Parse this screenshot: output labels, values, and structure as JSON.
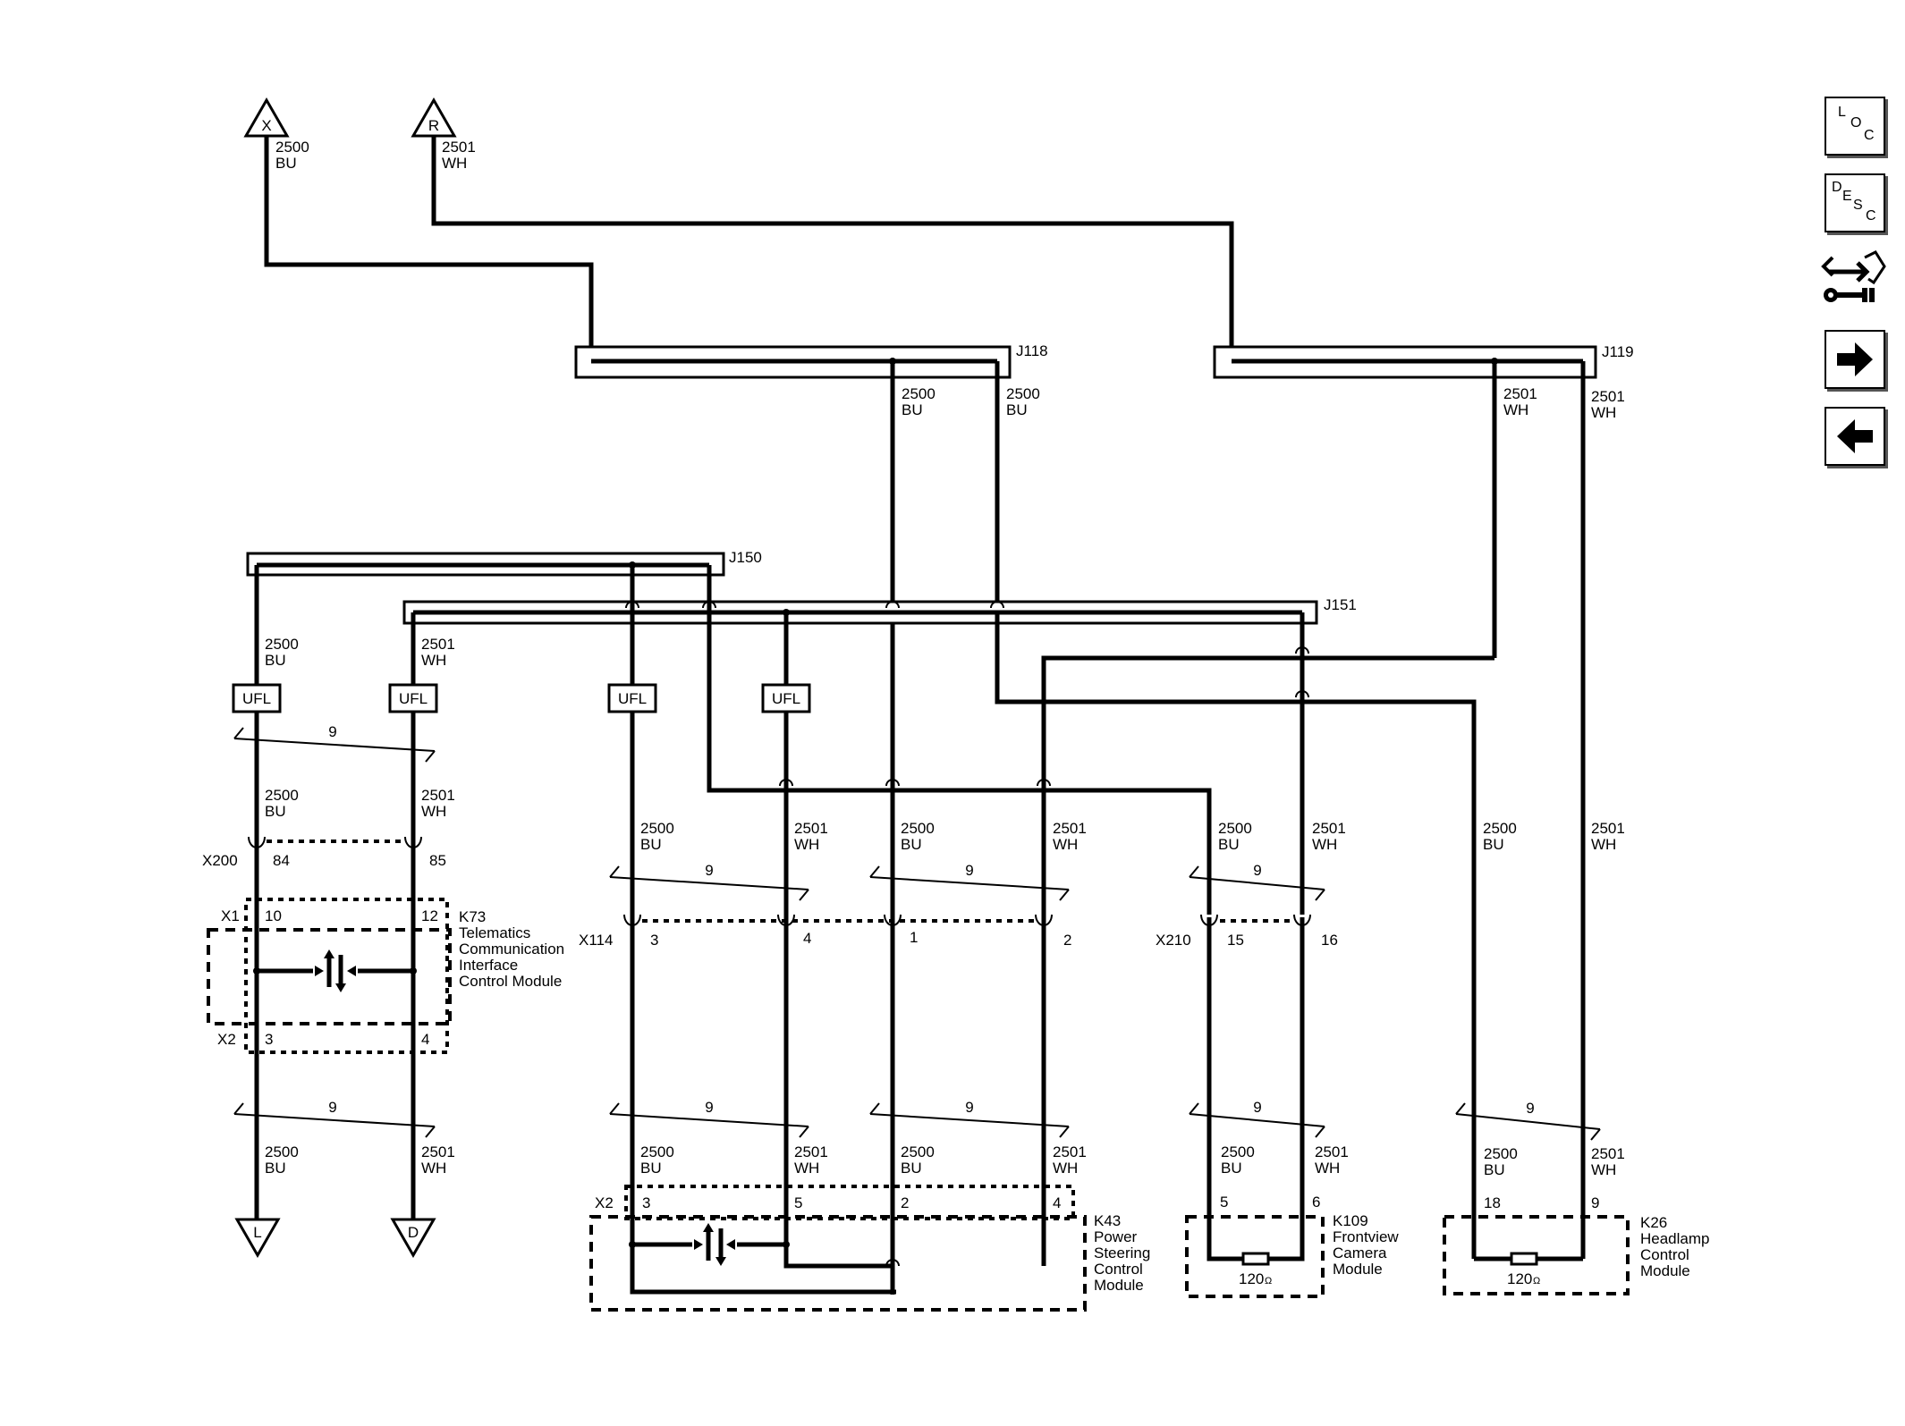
{
  "connectors": {
    "x": "X",
    "r": "R",
    "l": "L",
    "d": "D"
  },
  "splices": {
    "j118": "J118",
    "j119": "J119",
    "j150": "J150",
    "j151": "J151"
  },
  "wire": {
    "c2500": "2500",
    "c2501": "2501",
    "bu": "BU",
    "wh": "WH"
  },
  "ufl": "UFL",
  "twist": "9",
  "inline": {
    "x200": "X200",
    "x114": "X114",
    "x210": "X210",
    "x1": "X1",
    "x2": "X2",
    "p84": "84",
    "p85": "85",
    "p10": "10",
    "p12": "12",
    "p3": "3",
    "p4": "4",
    "p1": "1",
    "p2": "2",
    "p5": "5",
    "p6": "6",
    "p15": "15",
    "p16": "16",
    "p18": "18",
    "p9": "9"
  },
  "modules": {
    "k73": {
      "id": "K73",
      "l1": "Telematics",
      "l2": "Communication",
      "l3": "Interface",
      "l4": "Control Module"
    },
    "k43": {
      "id": "K43",
      "l1": "Power",
      "l2": "Steering",
      "l3": "Control",
      "l4": "Module"
    },
    "k109": {
      "id": "K109",
      "l1": "Frontview",
      "l2": "Camera",
      "l3": "Module"
    },
    "k26": {
      "id": "K26",
      "l1": "Headlamp",
      "l2": "Control",
      "l3": "Module"
    }
  },
  "resistor": "120",
  "ohm": "Ω",
  "nav": {
    "loc": {
      "a": "L",
      "b": "O",
      "c": "C"
    },
    "desc": {
      "a": "D",
      "b": "E",
      "c": "S",
      "d": "C"
    },
    "icons": [
      "connector-tool-icon",
      "arrow-right-icon",
      "arrow-left-icon"
    ]
  },
  "colors": {
    "line": "#000000",
    "background": "#ffffff"
  }
}
